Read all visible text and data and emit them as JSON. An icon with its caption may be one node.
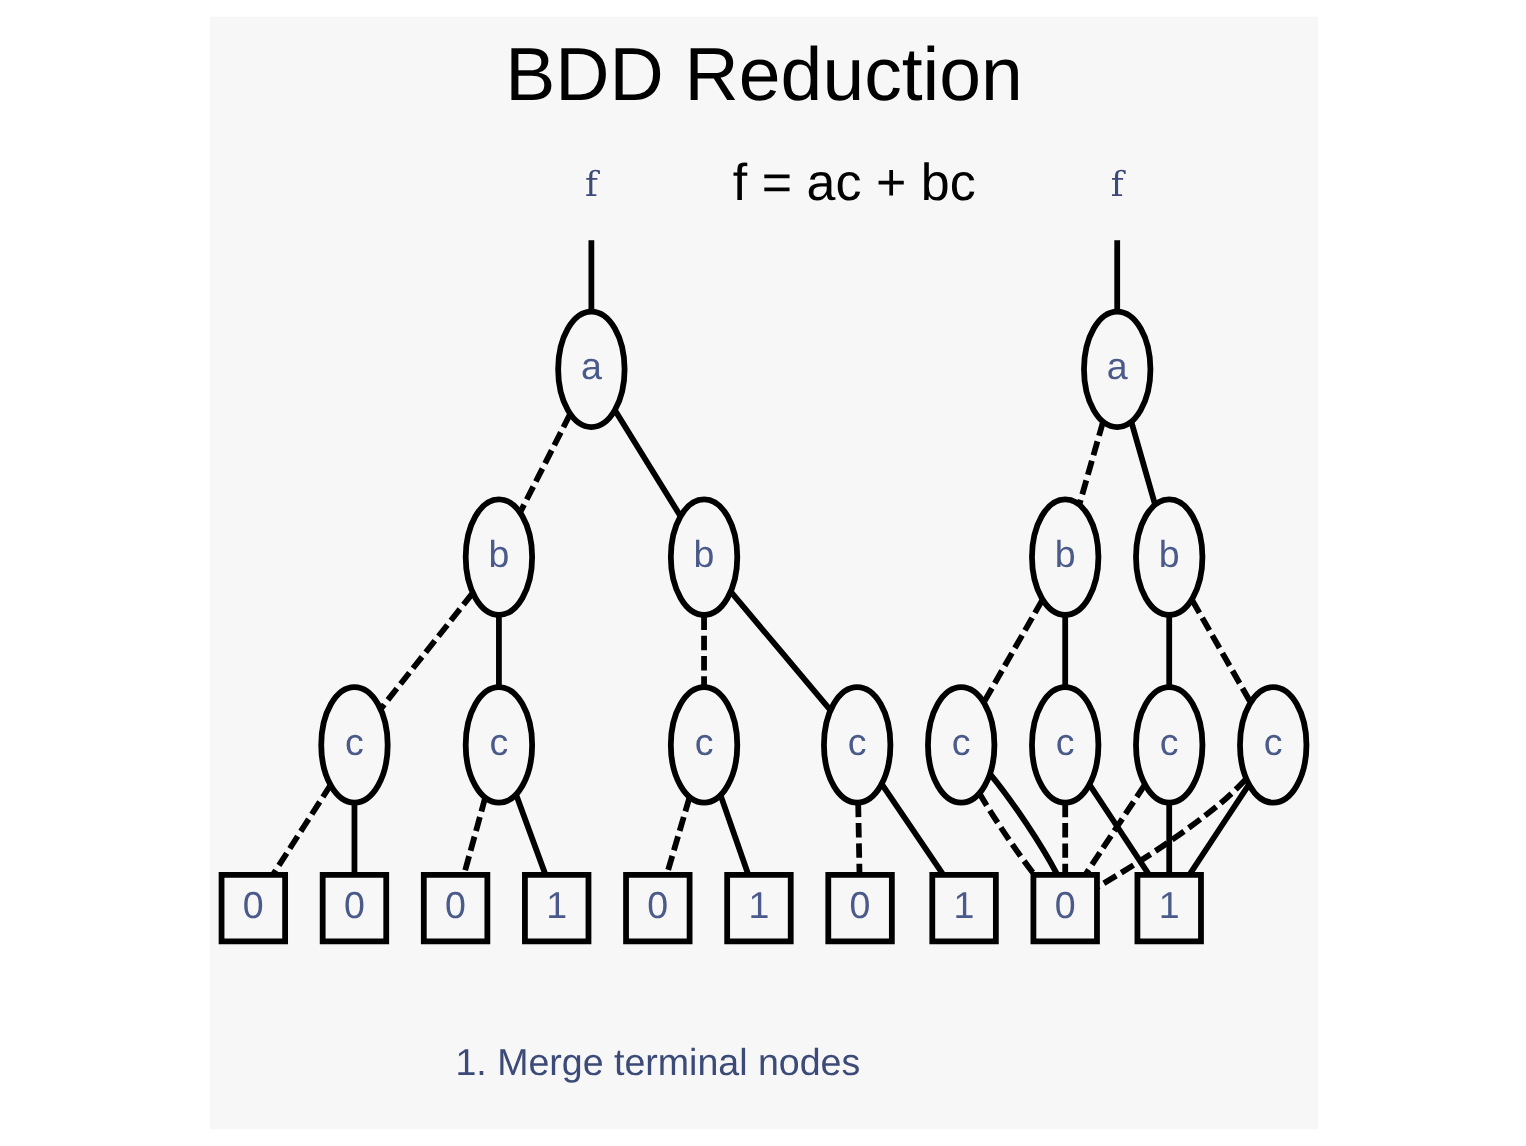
{
  "diagram": {
    "title": "BDD Reduction",
    "caption": "1. Merge terminal nodes",
    "nodes": [
      {
        "text": [
          "f"
        ]
      },
      {
        "text": [
          "a"
        ]
      },
      {
        "text": [
          "b"
        ]
      },
      {
        "text": [
          "b"
        ]
      },
      {
        "text": [
          "c"
        ]
      },
      {
        "text": [
          "c"
        ]
      },
      {
        "text": [
          "c"
        ]
      },
      {
        "text": [
          "c"
        ]
      },
      {
        "text": [
          "0"
        ]
      },
      {
        "text": [
          "0"
        ]
      },
      {
        "text": [
          "0"
        ]
      },
      {
        "text": [
          "1"
        ]
      },
      {
        "text": [
          "0"
        ]
      },
      {
        "text": [
          "1"
        ]
      },
      {
        "text": [
          "0"
        ]
      },
      {
        "text": [
          "1"
        ]
      },
      {
        "text": [
          "f"
        ]
      },
      {
        "text": [
          "a"
        ]
      },
      {
        "text": [
          "b"
        ]
      },
      {
        "text": [
          "b"
        ]
      },
      {
        "text": [
          "c"
        ]
      },
      {
        "text": [
          "c"
        ]
      },
      {
        "text": [
          "c"
        ]
      },
      {
        "text": [
          "c"
        ]
      },
      {
        "text": [
          "0"
        ]
      },
      {
        "text": [
          "1"
        ]
      }
    ],
    "edges": [
      {
        "from": 0,
        "to": 1,
        "arrow": "none"
      },
      {
        "from": 1,
        "to": 2,
        "arrow": "none",
        "style": "dashed"
      },
      {
        "from": 1,
        "to": 3,
        "arrow": "none"
      },
      {
        "from": 2,
        "to": 4,
        "arrow": "none",
        "style": "dashed"
      },
      {
        "from": 2,
        "to": 5,
        "arrow": "none"
      },
      {
        "from": 3,
        "to": 6,
        "arrow": "none",
        "style": "dashed"
      },
      {
        "from": 3,
        "to": 7,
        "arrow": "none"
      },
      {
        "from": 4,
        "to": 8,
        "arrow": "none",
        "style": "dashed"
      },
      {
        "from": 4,
        "to": 9,
        "arrow": "none"
      },
      {
        "from": 5,
        "to": 10,
        "arrow": "none",
        "style": "dashed"
      },
      {
        "from": 5,
        "to": 11,
        "arrow": "none"
      },
      {
        "from": 6,
        "to": 12,
        "arrow": "none",
        "style": "dashed"
      },
      {
        "from": 6,
        "to": 13,
        "arrow": "none"
      },
      {
        "from": 7,
        "to": 14,
        "arrow": "none",
        "style": "dashed"
      },
      {
        "from": 7,
        "to": 15,
        "arrow": "none"
      },
      {
        "from": 16,
        "to": 17,
        "arrow": "none"
      },
      {
        "from": 17,
        "to": 18,
        "arrow": "none",
        "style": "dashed"
      },
      {
        "from": 17,
        "to": 19,
        "arrow": "none"
      },
      {
        "from": 18,
        "to": 20,
        "arrow": "none",
        "style": "dashed"
      },
      {
        "from": 18,
        "to": 21,
        "arrow": "none"
      },
      {
        "from": 19,
        "to": 22,
        "arrow": "none",
        "style": "dashed"
      },
      {
        "from": 19,
        "to": 23,
        "arrow": "none"
      },
      {
        "from": 20,
        "to": 24,
        "arrow": "none",
        "style": "dashed"
      },
      {
        "from": 20,
        "to": 24,
        "arrow": "none"
      },
      {
        "from": 21,
        "to": 24,
        "arrow": "none",
        "style": "dashed"
      },
      {
        "from": 21,
        "to": 25,
        "arrow": "none"
      },
      {
        "from": 22,
        "to": 24,
        "arrow": "none",
        "style": "dashed"
      },
      {
        "from": 22,
        "to": 25,
        "arrow": "none"
      },
      {
        "from": 23,
        "to": 24,
        "arrow": "none",
        "style": "dashed"
      },
      {
        "from": 23,
        "to": 25,
        "arrow": "none"
      }
    ],
    "labels": [
      "f = ac + bc"
    ]
  }
}
